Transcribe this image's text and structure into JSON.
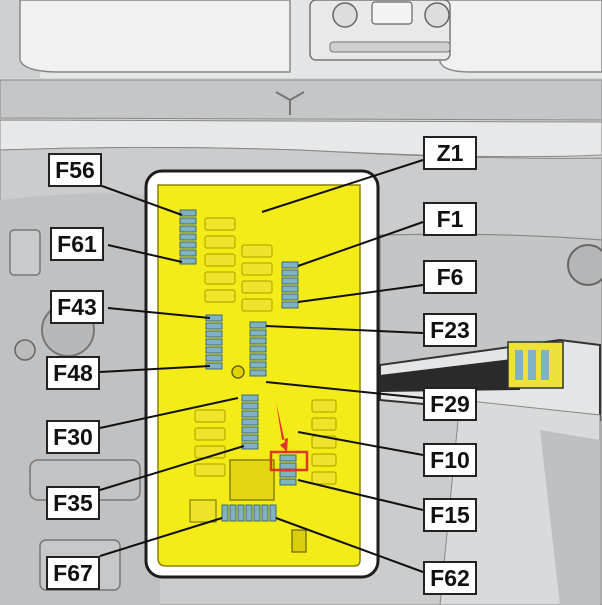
{
  "callouts": {
    "F56": "F56",
    "F61": "F61",
    "F43": "F43",
    "F48": "F48",
    "F30": "F30",
    "F35": "F35",
    "F67": "F67",
    "Z1": "Z1",
    "F1": "F1",
    "F6": "F6",
    "F23": "F23",
    "F29": "F29",
    "F10": "F10",
    "F15": "F15",
    "F62": "F62"
  },
  "colors": {
    "fusebox": "#f4ec18",
    "fuse": "#7fb3c4",
    "highlight": "#e0352b",
    "dashboard": "#c9cbcc",
    "outline": "#222222"
  },
  "highlighted_fuse": "F10"
}
